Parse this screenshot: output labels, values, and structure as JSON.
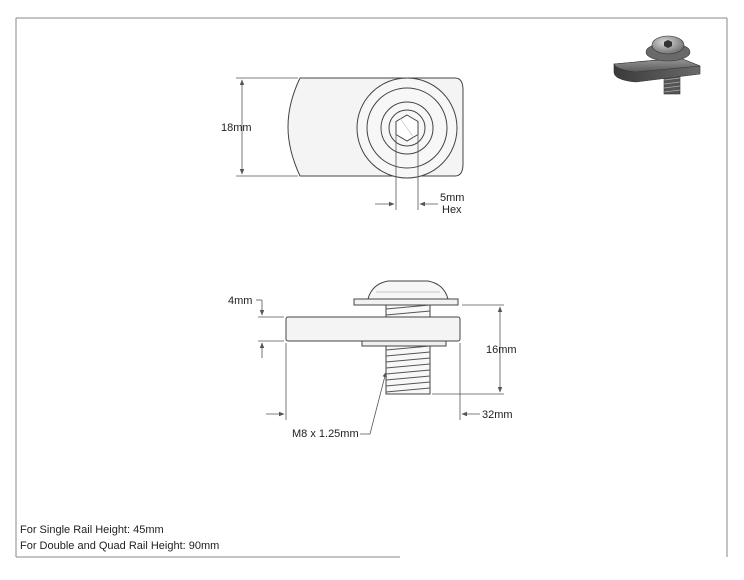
{
  "top_view": {
    "height_label": "18mm",
    "hex_size_label": "5mm",
    "hex_label": "Hex"
  },
  "side_view": {
    "thickness_label": "4mm",
    "length_label": "16mm",
    "width_label": "32mm",
    "thread_label": "M8 x 1.25mm"
  },
  "notes": [
    "For Single Rail Height: 45mm",
    "For Double and Quad Rail Height: 90mm"
  ],
  "colors": {
    "line": "#444444",
    "dim_line": "#555555",
    "part_fill": "#f4f4f4",
    "iso_dark": "#4a4a4a",
    "iso_mid": "#7a7a7a"
  }
}
